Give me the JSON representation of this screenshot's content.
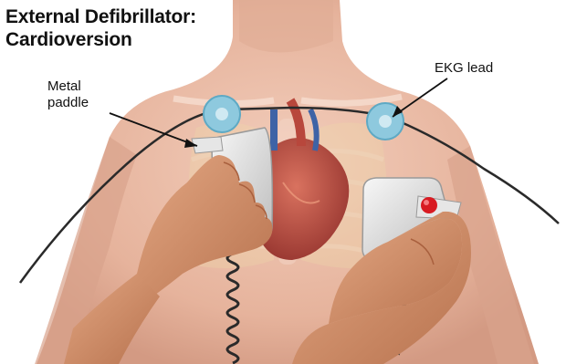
{
  "title": {
    "line1": "External Defibrillator:",
    "line2": "Cardioversion"
  },
  "labels": {
    "metal_paddle": {
      "line1": "Metal",
      "line2": "paddle"
    },
    "ekg_lead": "EKG lead"
  },
  "colors": {
    "background": "#ffffff",
    "skin": "#e9b9a3",
    "skin_shadow": "#c98f7a",
    "hand": "#cf8f69",
    "heart": "#b8473c",
    "electrode": "#8ec9de",
    "paddle": "#e3e3e3",
    "paddle_button": "#d81a22",
    "cable": "#2a2a2a",
    "text": "#111111"
  }
}
